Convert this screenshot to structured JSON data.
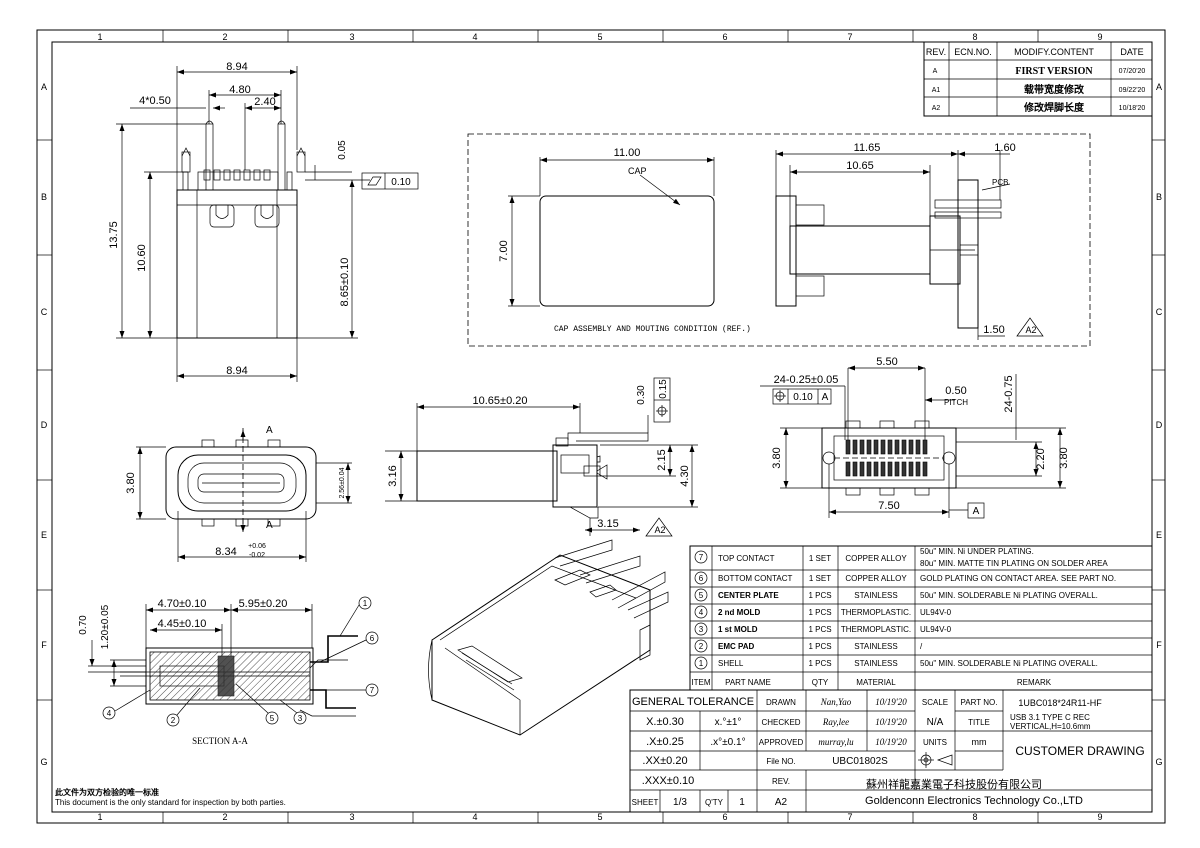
{
  "border": {
    "col_labels": [
      "1",
      "2",
      "3",
      "4",
      "5",
      "6",
      "7",
      "8",
      "9"
    ],
    "row_labels": [
      "A",
      "B",
      "C",
      "D",
      "E",
      "F",
      "G"
    ]
  },
  "revision_table": {
    "headers": [
      "REV.",
      "ECN.NO.",
      "MODIFY.CONTENT",
      "DATE"
    ],
    "rows": [
      {
        "rev": "A",
        "ecn": "",
        "content": "FIRST VERSION",
        "date": "07/20'20"
      },
      {
        "rev": "A1",
        "ecn": "",
        "content": "载带宽度修改",
        "date": "09/22'20"
      },
      {
        "rev": "A2",
        "ecn": "",
        "content": "修改焊脚长度",
        "date": "10/18'20"
      }
    ]
  },
  "front_view": {
    "dim_top_width": "8.94",
    "dim_480": "4.80",
    "dim_240": "2.40",
    "dim_pins": "4*0.50",
    "dim_005": "0.05",
    "flatness": "0.10",
    "dim_1375": "13.75",
    "dim_1060": "10.60",
    "dim_865": "8.65±0.10",
    "dim_bottom_width": "8.94"
  },
  "cap_view": {
    "dim_width": "11.00",
    "dim_height": "7.00",
    "cap_label": "CAP",
    "dim_1165": "11.65",
    "dim_1065": "10.65",
    "dim_160": "1.60",
    "pcb_label": "PCB",
    "dim_150": "1.50",
    "rev_mark": "A2",
    "caption": "CAP ASSEMBLY AND MOUTING CONDITION (REF.)"
  },
  "end_view": {
    "dim_380": "3.80",
    "dim_256": "2.56±0.04",
    "dim_834": "8.34",
    "dim_834_tol_plus": "+0.06",
    "dim_834_tol_minus": "-0.02",
    "section_mark": "A"
  },
  "side_view": {
    "dim_1065": "10.65±0.20",
    "dim_030": "0.30",
    "position_tol": "0.15",
    "dim_316": "3.16",
    "dim_215": "2.15",
    "dim_430": "4.30",
    "dim_315": "3.15",
    "rev_mark": "A2"
  },
  "pcb_layout": {
    "dim_pins": "24-0.25±0.05",
    "position_tol": "0.10",
    "datum": "A",
    "dim_550": "5.50",
    "dim_050": "0.50",
    "pitch_label": "PITCH",
    "dim_pads": "24-0.75",
    "dim_380_left": "3.80",
    "dim_220": "2.20",
    "dim_380_right": "3.80",
    "dim_750": "7.50"
  },
  "section_view": {
    "dim_470": "4.70±0.10",
    "dim_595": "5.95±0.20",
    "dim_445": "4.45±0.10",
    "dim_070": "0.70",
    "dim_120": "1.20±0.05",
    "caption": "SECTION A-A",
    "callouts": [
      "1",
      "2",
      "3",
      "4",
      "5",
      "6",
      "7"
    ]
  },
  "bom": {
    "headers": [
      "ITEM",
      "PART NAME",
      "QTY",
      "MATERIAL",
      "REMARK"
    ],
    "rows": [
      {
        "item": "7",
        "name": "TOP CONTACT",
        "qty": "1 SET",
        "material": "COPPER ALLOY",
        "remark": "50u\" MIN. Ni UNDER PLATING.",
        "remark2": "80u\" MIN. MATTE TIN PLATING ON SOLDER AREA"
      },
      {
        "item": "6",
        "name": "BOTTOM CONTACT",
        "qty": "1 SET",
        "material": "COPPER ALLOY",
        "remark": "GOLD PLATING ON CONTACT AREA. SEE PART NO.",
        "remark2": ""
      },
      {
        "item": "5",
        "name": "CENTER PLATE",
        "qty": "1 PCS",
        "material": "STAINLESS",
        "remark": "50u\" MIN. SOLDERABLE Ni PLATING OVERALL.",
        "remark2": ""
      },
      {
        "item": "4",
        "name": "2 nd MOLD",
        "qty": "1 PCS",
        "material": "THERMOPLASTIC.",
        "remark": "UL94V-0",
        "remark2": ""
      },
      {
        "item": "3",
        "name": "1 st MOLD",
        "qty": "1 PCS",
        "material": "THERMOPLASTIC.",
        "remark": "UL94V-0",
        "remark2": ""
      },
      {
        "item": "2",
        "name": "EMC PAD",
        "qty": "1 PCS",
        "material": "STAINLESS",
        "remark": "/",
        "remark2": ""
      },
      {
        "item": "1",
        "name": "SHELL",
        "qty": "1 PCS",
        "material": "STAINLESS",
        "remark": "50u\" MIN. SOLDERABLE Ni PLATING OVERALL.",
        "remark2": ""
      }
    ]
  },
  "title_block": {
    "general_tolerance": "GENERAL TOLERANCE",
    "tol_x": "X.±0.30",
    "tol_x1": ".X±0.25",
    "tol_xx": ".XX±0.20",
    "tol_xxx": ".XXX±0.10",
    "ang1": "x.°±1°",
    "ang2": ".x°±0.1°",
    "drawn_label": "DRAWN",
    "drawn_by": "Nan,Yao",
    "drawn_date": "10/19'20",
    "checked_label": "CHECKED",
    "checked_by": "Ray,lee",
    "checked_date": "10/19'20",
    "approved_label": "APPROVED",
    "approved_by": "murray,lu",
    "approved_date": "10/19'20",
    "file_label": "File NO.",
    "file_no": "UBC01802S",
    "rev_label": "REV.",
    "rev_value": "A2",
    "sheet_label": "SHEET",
    "sheet_value": "1/3",
    "qty_label": "Q'TY",
    "qty_value": "1",
    "scale_label": "SCALE",
    "scale_value": "N/A",
    "units_label": "UNITS",
    "units_value": "mm",
    "part_no_label": "PART NO.",
    "part_no": "1UBC018*24R11-HF",
    "title_label": "TITLE",
    "title_line1": "USB 3.1 TYPE C REC",
    "title_line2": "VERTICAL,H=10.6mm",
    "customer_drawing": "CUSTOMER DRAWING",
    "company_cn": "蘇州祥龍嘉業電子科技股份有限公司",
    "company_en": "Goldenconn Electronics Technology Co.,LTD"
  },
  "footer": {
    "note_cn": "此文件为双方检验的唯一标准",
    "note_en": "This document is the only standard for inspection by both parties."
  }
}
